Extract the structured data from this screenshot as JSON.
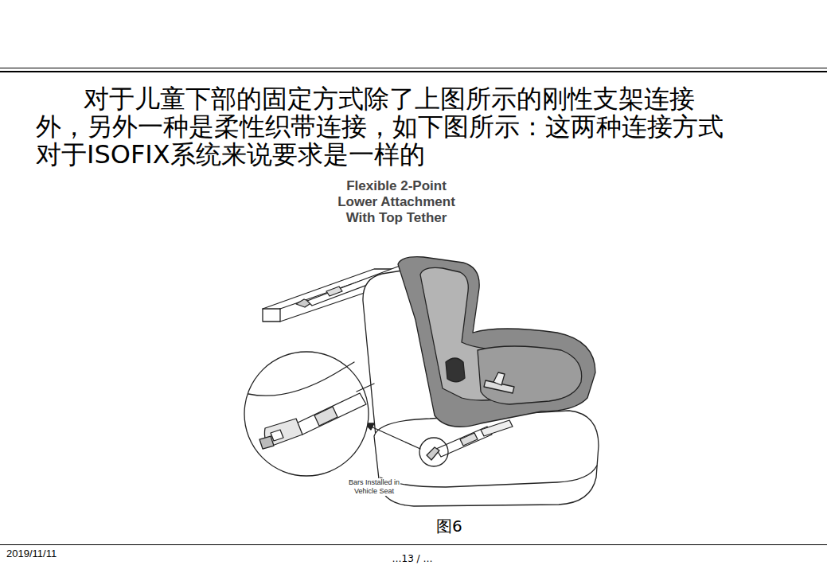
{
  "diagram": {
    "title": "Flexible 2-Point Lower Attachment With Top Tether",
    "caption": "图6",
    "labels": [
      "对于儿童下部的固定方式除了上图所示的刚性支架连接外，另外一种是柔性织带连接，如下图所示：这两种连接方式对于ISOFIX系统来说要求是一样的",
      "Bars Installed in Vehicle Seat",
      "2019/11/11",
      "…13 / …"
    ]
  }
}
